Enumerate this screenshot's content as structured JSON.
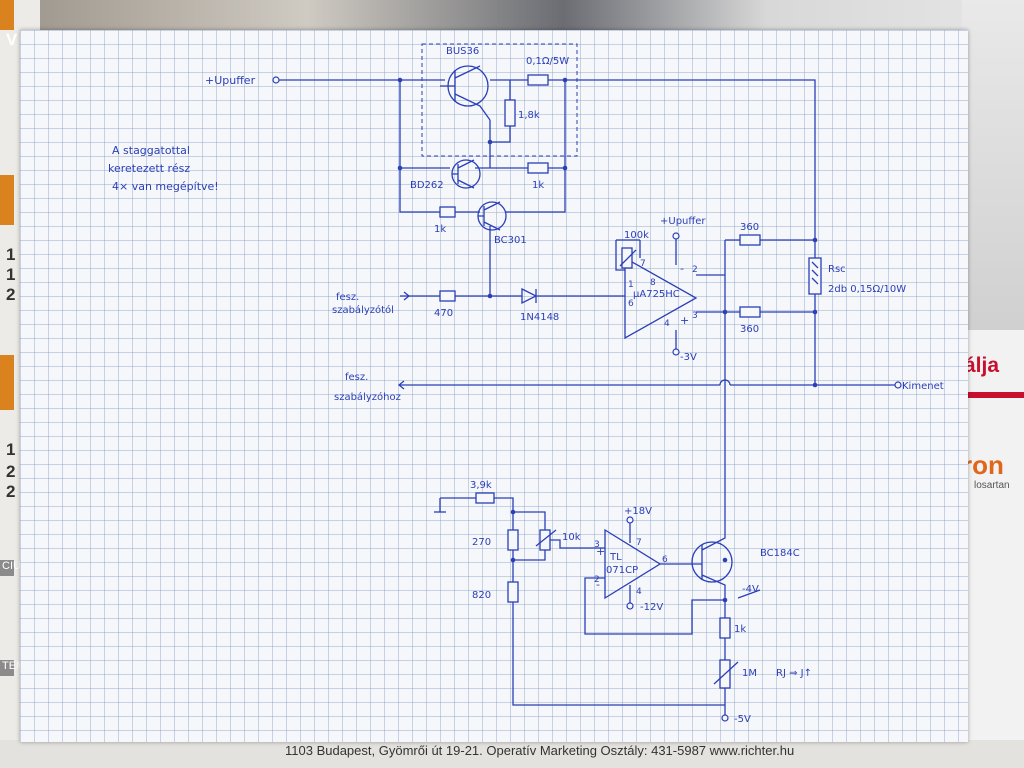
{
  "footer": {
    "text": "1103 Budapest, Gyömrői út 19-21. Operatív Marketing Osztály: 431-5987 www.richter.hu"
  },
  "background": {
    "brand_1": "álja",
    "brand_2": "ron",
    "brand_3": "losartan",
    "cal_month_1": "CIUS",
    "cal_month_2": "TEMB",
    "cal_digits_1": "1",
    "cal_digits_2": "2",
    "cal_digits_3": "V",
    "colors": {
      "accent": "#d9821e",
      "brand_red": "#c8102e"
    }
  },
  "diagram": {
    "note": [
      "A staggatottal",
      "keretezett rész",
      "4× van megépítve!"
    ],
    "labels": {
      "uplus_top": "+Upuffer",
      "uplus_opamp": "+Upuffer",
      "fesz_from_1": "fesz.",
      "fesz_from_2": "szabályzótól",
      "fesz_to_1": "fesz.",
      "fesz_to_2": "szabályzóhoz",
      "kimenet": "Kimenet",
      "minus3v": "-3V",
      "plus18v": "+18V",
      "minus12v": "-12V",
      "minus4v": "-4V",
      "minus5v": "-5V",
      "rj_note": "RJ ⇒ J↑"
    },
    "components": {
      "q_bus36": "BUS36",
      "q_bd262": "BD262",
      "q_bc301": "BC301",
      "q_bc184": "BC184C",
      "d_1n4148": "1N4148",
      "r_01": "0,1Ω/5W",
      "r_18k": "1,8k",
      "r_1k_a": "1k",
      "r_1k_b": "1k",
      "r_470": "470",
      "r_100k": "100k",
      "r_360_a": "360",
      "r_360_b": "360",
      "r_rsc": "Rsc",
      "r_rsc_val": "2db 0,15Ω/10W",
      "r_39k": "3,9k",
      "r_270": "270",
      "r_820": "820",
      "r_10k": "10k",
      "r_1k_c": "1k",
      "r_1m": "1M",
      "u_mc": "µA725HC",
      "u_tl_1": "TL",
      "u_tl_2": "071CP"
    },
    "pins": {
      "p2a": "2",
      "p3a": "3",
      "p4a": "4",
      "p6a": "6",
      "p7a": "7",
      "p8a": "8",
      "p1a": "1",
      "p2b": "2",
      "p3b": "3",
      "p4b": "4",
      "p6b": "6",
      "p7b": "7",
      "minus_a": "-",
      "plus_a": "+",
      "minus_b": "-",
      "plus_b": "+"
    }
  }
}
